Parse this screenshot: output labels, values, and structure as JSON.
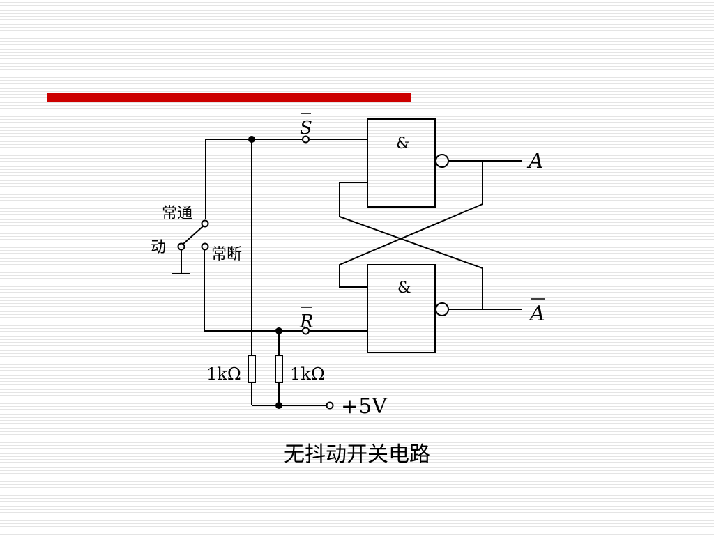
{
  "caption": "无抖动开关电路",
  "labels": {
    "s_bar": "S",
    "r_bar": "R",
    "out_a": "A",
    "out_a_bar": "A",
    "gate_top": "&",
    "gate_bottom": "&",
    "normally_closed": "常通",
    "moving_contact": "动",
    "normally_open": "常断",
    "resistor_left": "1kΩ",
    "resistor_right": "1kΩ",
    "supply": "+5V"
  },
  "colors": {
    "accent_red": "#cc0000",
    "line": "#000000"
  }
}
